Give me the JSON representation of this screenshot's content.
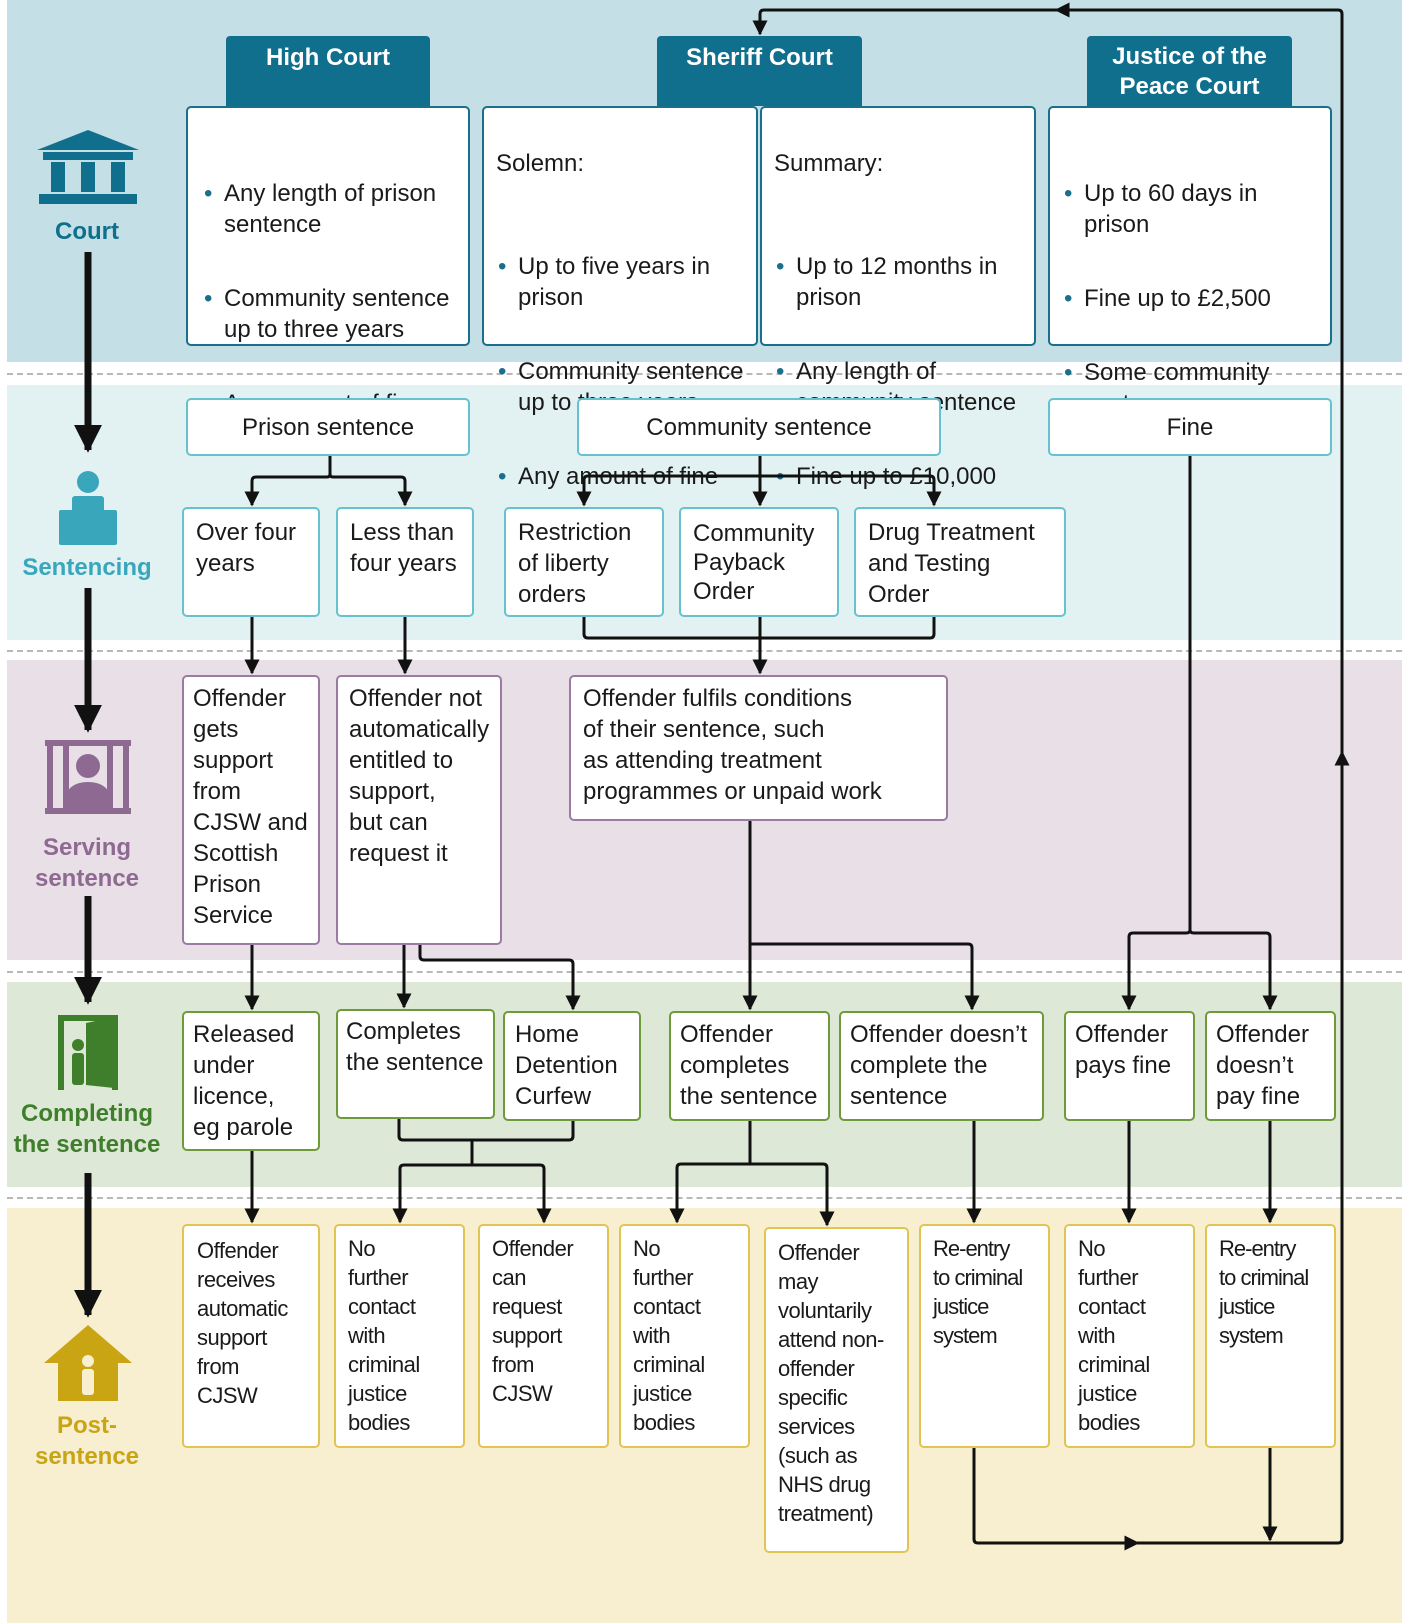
{
  "stages": {
    "court": "Court",
    "sentencing": "Sentencing",
    "serving": "Serving\nsentence",
    "completing": "Completing\nthe sentence",
    "post": "Post-\nsentence"
  },
  "courts": {
    "high": {
      "title": "High Court",
      "items": [
        "Any length of prison sentence",
        "Community sentence up to three years",
        "Any amount of fine"
      ]
    },
    "sheriff": {
      "title": "Sheriff Court",
      "solemn": {
        "heading": "Solemn:",
        "items": [
          "Up to five years in prison",
          "Community sentence up to three years",
          "Any amount of fine"
        ]
      },
      "summary": {
        "heading": "Summary:",
        "items": [
          "Up to 12 months in prison",
          "Any length of community sentence",
          "Fine up to £10,000"
        ]
      }
    },
    "jp": {
      "title": "Justice of the\nPeace Court",
      "items": [
        "Up to 60 days in prison",
        "Fine up to £2,500",
        "Some community sentences"
      ]
    }
  },
  "sentencing": {
    "prison": "Prison sentence",
    "community": "Community sentence",
    "fine": "Fine",
    "over_four": "Over four\nyears",
    "less_four": "Less than\nfour years",
    "restriction": "Restriction\nof liberty\norders",
    "payback": "Community\nPayback\nOrder",
    "drug": "Drug Treatment\nand Testing\nOrder"
  },
  "serving": {
    "support": "Offender\ngets\nsupport\nfrom\nCJSW and\nScottish\nPrison\nService",
    "not_entitled": "Offender not\nautomatically\nentitled to\nsupport,\nbut can\nrequest it",
    "fulfils": "Offender fulfils conditions\nof their sentence, such\nas attending treatment\nprogrammes or unpaid work"
  },
  "completing": {
    "released": "Released\nunder\nlicence,\neg parole",
    "completes": "Completes\nthe sentence",
    "hdc": "Home\nDetention\nCurfew",
    "offender_completes": "Offender\ncompletes\nthe sentence",
    "not_complete": "Offender doesn’t\ncomplete the\nsentence",
    "pays": "Offender\npays fine",
    "not_pay": "Offender\ndoesn’t\npay fine"
  },
  "post": {
    "auto_support": "Offender\nreceives\nautomatic\nsupport\nfrom\nCJSW",
    "no_contact_1": "No\nfurther\ncontact\nwith\ncriminal\njustice\nbodies",
    "request_support": "Offender\ncan\nrequest\nsupport\nfrom\nCJSW",
    "no_contact_2": "No\nfurther\ncontact\nwith\ncriminal\njustice\nbodies",
    "voluntary": "Offender\nmay\nvoluntarily\nattend non-\noffender\nspecific\nservices\n(such as\nNHS drug\ntreatment)",
    "reentry_1": "Re-entry\nto criminal\njustice\nsystem",
    "no_contact_3": "No\nfurther\ncontact\nwith\ncriminal\njustice\nbodies",
    "reentry_2": "Re-entry\nto criminal\njustice\nsystem"
  },
  "colors": {
    "court_band": "#c5dfe6",
    "sentencing_band": "#e2f2f2",
    "serving_band": "#e9e0e7",
    "completing_band": "#dde8d6",
    "post_band": "#f7efcf",
    "court": "#0f6f8d",
    "sentencing": "#3aa6bc",
    "serving": "#8e6a92",
    "completing": "#3f7f2c",
    "post": "#c9a514"
  },
  "icons": [
    "court-building-icon",
    "person-icon",
    "prison-bars-icon",
    "door-exit-icon",
    "house-icon"
  ]
}
